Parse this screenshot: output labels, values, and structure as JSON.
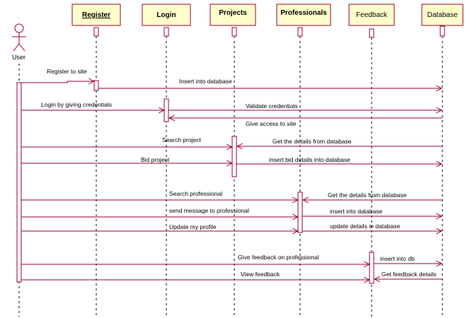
{
  "colors": {
    "box_fill": "#ffffcc",
    "line": "#990033",
    "lifeline": "#000000",
    "text": "#000000"
  },
  "actor": {
    "name": "User",
    "icon": "stick-figure-icon"
  },
  "objects": [
    {
      "id": "register",
      "label": "Register",
      "bold": true,
      "underline": true
    },
    {
      "id": "login",
      "label": "Login",
      "bold": true,
      "underline": false
    },
    {
      "id": "projects",
      "label": "Projects",
      "bold": true,
      "underline": false
    },
    {
      "id": "professionals",
      "label": "Professionals",
      "bold": true,
      "underline": false
    },
    {
      "id": "feedback",
      "label": "Feedback",
      "bold": false,
      "underline": false
    },
    {
      "id": "database",
      "label": "Database",
      "bold": false,
      "underline": false
    }
  ],
  "messages": [
    {
      "label": "Register to site",
      "from": "user",
      "to": "register",
      "dir": "right"
    },
    {
      "label": "Insert into database",
      "from": "register",
      "to": "database",
      "dir": "right"
    },
    {
      "label": "Login by giving credentials",
      "from": "user",
      "to": "login",
      "dir": "right"
    },
    {
      "label": "Validate credentials",
      "from": "login",
      "to": "database",
      "dir": "right"
    },
    {
      "label": "Give access to site",
      "from": "database",
      "to": "login",
      "dir": "left"
    },
    {
      "label": "Search project",
      "from": "user",
      "to": "projects",
      "dir": "right"
    },
    {
      "label": "Get the details from database",
      "from": "database",
      "to": "projects",
      "dir": "left"
    },
    {
      "label": "Bid project",
      "from": "user",
      "to": "projects",
      "dir": "right"
    },
    {
      "label": "insert bid details into database",
      "from": "projects",
      "to": "database",
      "dir": "right"
    },
    {
      "label": "Search professional",
      "from": "user",
      "to": "professionals",
      "dir": "right"
    },
    {
      "label": "Get the details from database",
      "from": "database",
      "to": "professionals",
      "dir": "left"
    },
    {
      "label": "send message to professional",
      "from": "user",
      "to": "professionals",
      "dir": "right"
    },
    {
      "label": "insert into database",
      "from": "professionals",
      "to": "database",
      "dir": "right"
    },
    {
      "label": "Update my profile",
      "from": "user",
      "to": "professionals",
      "dir": "right"
    },
    {
      "label": "update details in database",
      "from": "professionals",
      "to": "database",
      "dir": "right"
    },
    {
      "label": "Give feedback on professional",
      "from": "user",
      "to": "feedback",
      "dir": "right"
    },
    {
      "label": "insert into db",
      "from": "feedback",
      "to": "database",
      "dir": "right"
    },
    {
      "label": "View feedback",
      "from": "user",
      "to": "feedback",
      "dir": "right"
    },
    {
      "label": "Get feedback details",
      "from": "database",
      "to": "feedback",
      "dir": "left"
    }
  ]
}
